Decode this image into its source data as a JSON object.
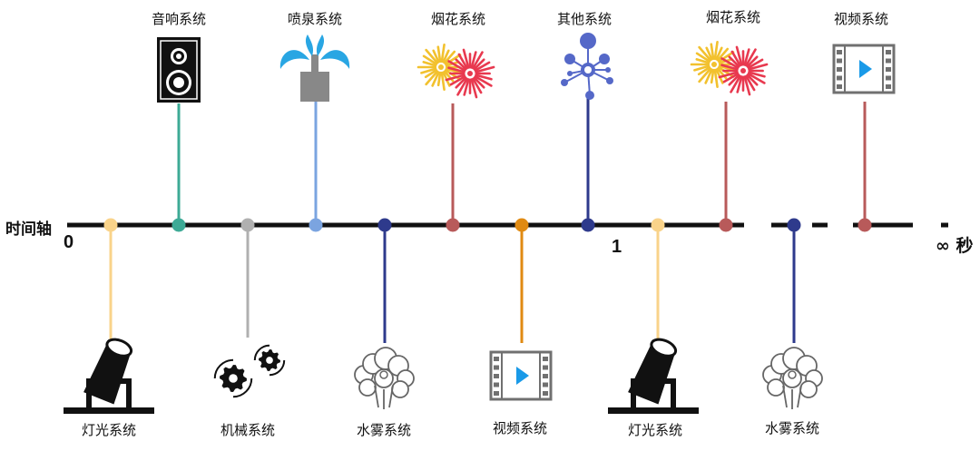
{
  "axis": {
    "title": "时间轴",
    "tick_start": "0",
    "tick_one": "1",
    "unit": "∞ 秒"
  },
  "colors": {
    "light": "#f9d38a",
    "audio": "#3daa96",
    "mech": "#b0b0b0",
    "fountain": "#7ba4e0",
    "fog": "#2e3a8c",
    "firework": "#b85a5a",
    "video_orange": "#e08a12",
    "other": "#2e3a8c",
    "video_red": "#b85a5a"
  },
  "events_above": [
    {
      "id": "audio",
      "label": "音响系统",
      "icon": "speaker-icon"
    },
    {
      "id": "fountain",
      "label": "喷泉系统",
      "icon": "fountain-icon"
    },
    {
      "id": "firework1",
      "label": "烟花系统",
      "icon": "firework-icon"
    },
    {
      "id": "other",
      "label": "其他系统",
      "icon": "network-icon"
    },
    {
      "id": "firework2",
      "label": "烟花系统",
      "icon": "firework-icon"
    },
    {
      "id": "video2",
      "label": "视频系统",
      "icon": "film-icon"
    }
  ],
  "events_below": [
    {
      "id": "light1",
      "label": "灯光系统",
      "icon": "spotlight-icon"
    },
    {
      "id": "mech",
      "label": "机械系统",
      "icon": "gears-icon"
    },
    {
      "id": "fog1",
      "label": "水雾系统",
      "icon": "fog-icon"
    },
    {
      "id": "video1",
      "label": "视频系统",
      "icon": "film-icon"
    },
    {
      "id": "light2",
      "label": "灯光系统",
      "icon": "spotlight-icon"
    },
    {
      "id": "fog2",
      "label": "水雾系统",
      "icon": "fog-icon"
    }
  ]
}
